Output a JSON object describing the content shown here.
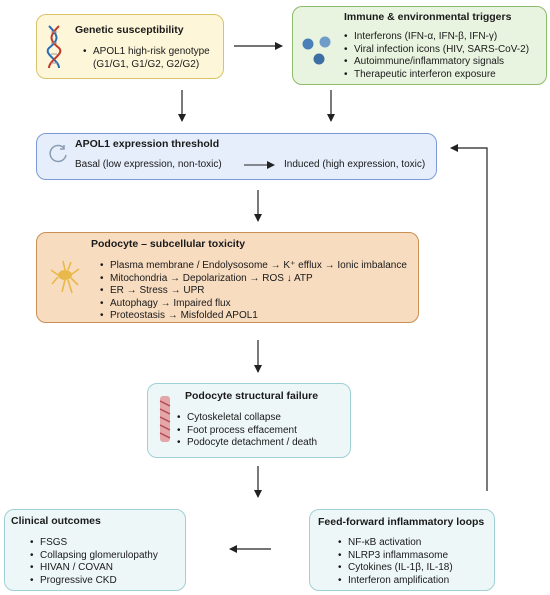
{
  "genetic": {
    "title": "Genetic susceptibility",
    "items": [
      "APOL1 high-risk genotype\n(G1/G1, G1/G2, G2/G2)"
    ],
    "icon": "dna-icon"
  },
  "immune": {
    "title": "Immune & environmental triggers",
    "items": [
      "Interferons (IFN-α, IFN-β, IFN-γ)",
      "Viral infection icons (HIV, SARS-CoV-2)",
      "Autoimmune/inflammatory signals",
      "Therapeutic interferon exposure"
    ],
    "icon": "virus-particles-icon"
  },
  "threshold": {
    "title": "APOL1 expression threshold",
    "basal": "Basal (low expression, non-toxic)",
    "induced": "Induced (high expression, toxic)",
    "icon": "circular-arrow-icon"
  },
  "podocyte_toxicity": {
    "title": "Podocyte – subcellular toxicity",
    "items": [
      "Plasma membrane / Endolysosome → K⁺ efflux → Ionic imbalance",
      "Mitochondria → Depolarization → ROS ↓ ATP",
      "ER → Stress → UPR",
      "Autophagy → Impaired flux",
      "Proteostasis → Misfolded APOL1"
    ],
    "icon": "podocyte-cell-icon"
  },
  "structural": {
    "title": "Podocyte structural failure",
    "items": [
      "Cytoskeletal collapse",
      "Foot process effacement",
      "Podocyte detachment / death"
    ],
    "icon": "cytoskeleton-icon"
  },
  "clinical": {
    "title": "Clinical outcomes",
    "items": [
      "FSGS",
      "Collapsing glomerulopathy",
      "HIVAN / COVAN",
      "Progressive CKD"
    ]
  },
  "feedforward": {
    "title": "Feed-forward inflammatory loops",
    "items": [
      "NF-κB activation",
      "NLRP3 inflammasome",
      "Cytokines (IL-1β, IL-18)",
      "Interferon amplification"
    ]
  },
  "colors": {
    "genetic_fill": "#fdf6d8",
    "genetic_border": "#d9c36a",
    "immune_fill": "#e9f4e0",
    "immune_border": "#8dbb6d",
    "threshold_fill": "#e6eefb",
    "threshold_border": "#7c9bd6",
    "toxicity_fill": "#f7dcc0",
    "toxicity_border": "#c98f55",
    "cyan_fill": "#eef7f8",
    "cyan_border": "#9fd0d6",
    "arrow": "#222222"
  }
}
